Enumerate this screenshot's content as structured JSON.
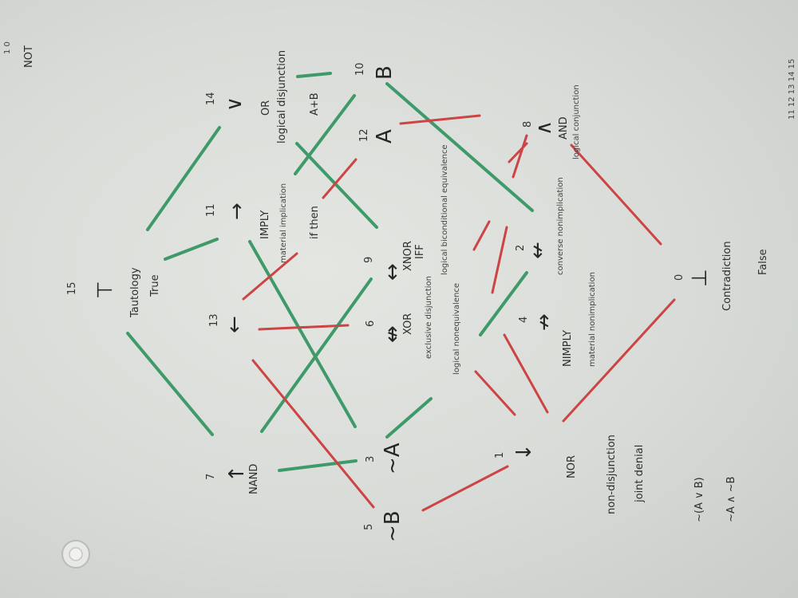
{
  "scene": {
    "description_colors": {
      "wall": "#d9dcd8",
      "green_marker": "#3f9a6a",
      "red_marker": "#cc4444"
    }
  },
  "corner_top": {
    "not_label": "NOT",
    "digits": "1 0"
  },
  "corner_bottom_digits": "11  12  13  14  15",
  "nodes": {
    "n15": {
      "num": "15",
      "symbol": "⊤",
      "label1": "Tautology",
      "label2": "True"
    },
    "n14": {
      "num": "14",
      "symbol": "∨",
      "label1": "OR",
      "label2": "A+B",
      "label3": "logical disjunction"
    },
    "n13": {
      "num": "13",
      "symbol": "←"
    },
    "n11": {
      "num": "11",
      "symbol": "→",
      "label1": "IMPLY",
      "label2": "material implication",
      "label3": "if then"
    },
    "n12": {
      "num": "12",
      "symbol": "A"
    },
    "n10": {
      "num": "10",
      "symbol": "B"
    },
    "n9": {
      "num": "9",
      "symbol": "↔",
      "label1": "XNOR",
      "label2": "IFF",
      "label3": "logical biconditional equivalence"
    },
    "n8": {
      "num": "8",
      "symbol": "∧",
      "label1": "AND",
      "label2": "logical conjunction"
    },
    "n7": {
      "num": "7",
      "symbol": "↑",
      "label1": "NAND"
    },
    "n6": {
      "num": "6",
      "symbol": "↮",
      "label1": "XOR",
      "label2": "exclusive disjunction",
      "label3": "logical nonequivalence"
    },
    "n3": {
      "num": "3",
      "symbol": "~A"
    },
    "n5": {
      "num": "5",
      "symbol": "~B"
    },
    "n4": {
      "num": "4",
      "symbol": "↛",
      "label1": "NIMPLY",
      "label2": "material nonimplication"
    },
    "n2": {
      "num": "2",
      "symbol": "↚",
      "label1": "converse nonimplication"
    },
    "n1": {
      "num": "1",
      "symbol": "↓",
      "label1": "NOR",
      "label2": "non-disjunction",
      "label3": "joint denial",
      "label4": "~(A ∨ B)",
      "label5": "~A ∧ ~B"
    },
    "n0": {
      "num": "0",
      "symbol": "⊥",
      "label1": "Contradiction",
      "label2": "False"
    }
  }
}
